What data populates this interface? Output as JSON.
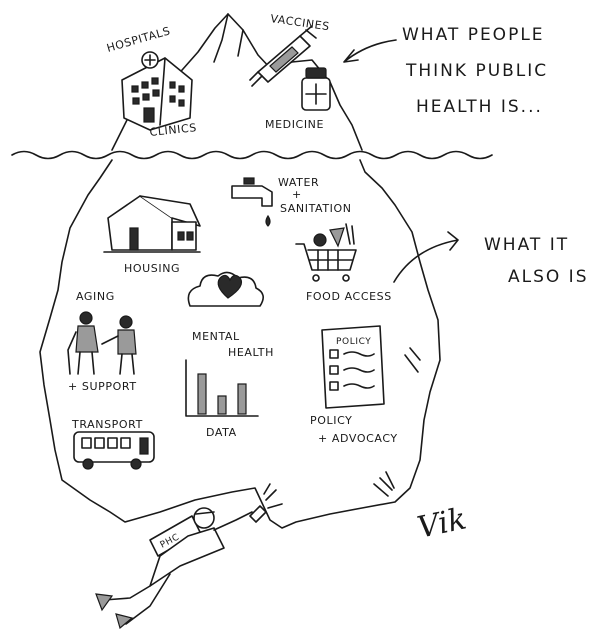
{
  "above_water": {
    "hospitals": "HOSPITALS",
    "vaccines": "VACCINES",
    "clinics": "CLINICS",
    "medicine": "MEDICINE"
  },
  "callouts": {
    "top_line1": "WHAT PEOPLE",
    "top_line2": "THINK PUBLIC",
    "top_line3": "HEALTH IS...",
    "bottom_line1": "WHAT IT",
    "bottom_line2": "ALSO IS"
  },
  "below_water": {
    "water_line1": "WATER",
    "water_line2": "+",
    "water_line3": "SANITATION",
    "housing": "HOUSING",
    "food_access": "FOOD ACCESS",
    "aging": "AGING",
    "support": "+ SUPPORT",
    "mental_line1": "MENTAL",
    "mental_line2": "HEALTH",
    "policy_doc": "POLICY",
    "policy_line1": "POLICY",
    "policy_line2": "+ ADVOCACY",
    "data": "DATA",
    "transport": "TRANSPORT"
  },
  "diver": {
    "tank_label": "PHC"
  },
  "signature": "Vik"
}
